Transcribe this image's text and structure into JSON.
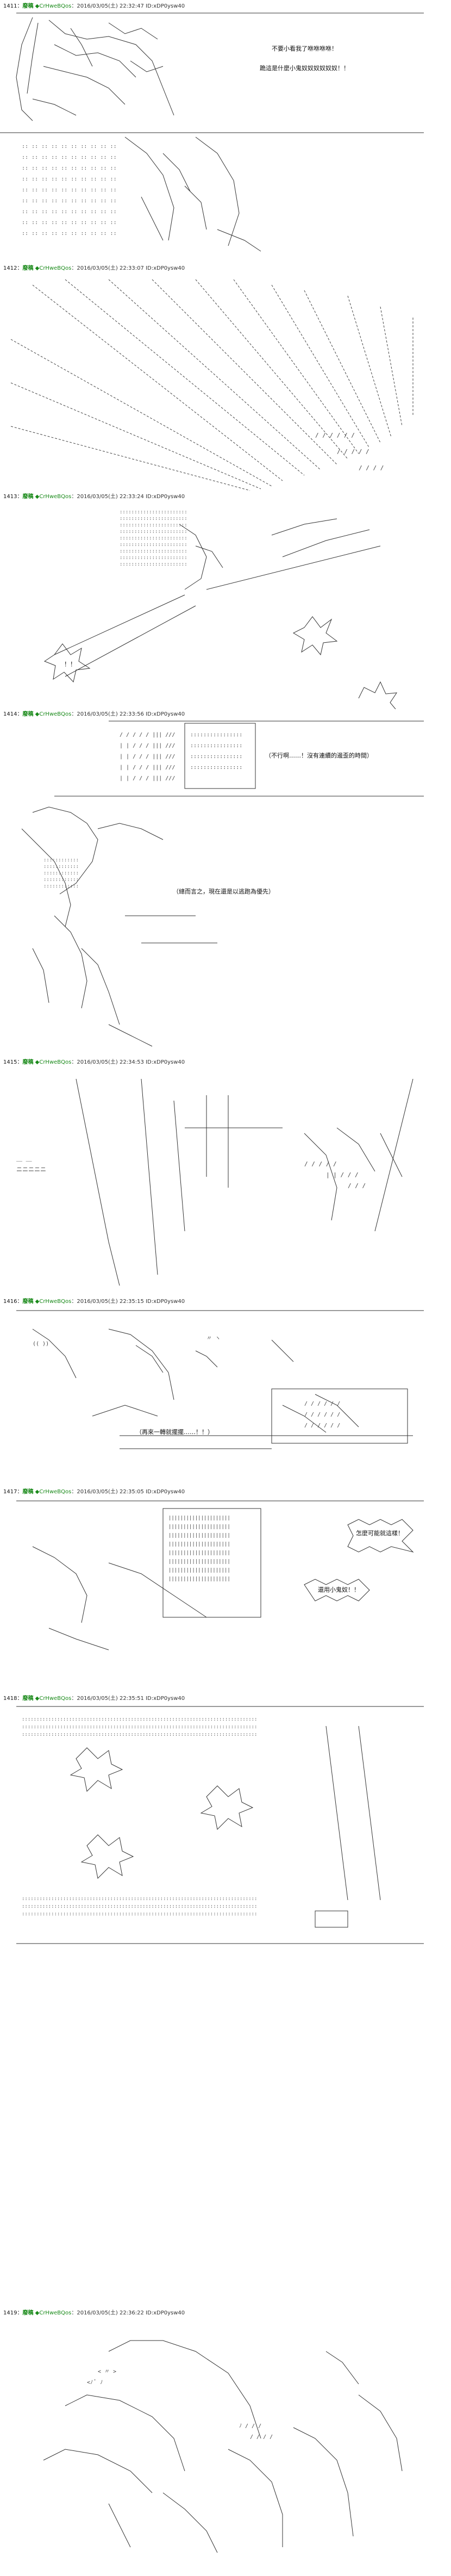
{
  "posts": [
    {
      "number": "1411：",
      "name": "廢稿",
      "trip": "◆CrHweBQos",
      "meta": "：2016/03/05(土) 22:32:47 ID:xDP0ysw40",
      "lines": [
        "不要小看我了咻咻咻咻！",
        "跪這是什麼小鬼奴奴奴奴奴奴！！"
      ]
    },
    {
      "number": "1412：",
      "name": "廢稿",
      "trip": "◆CrHweBQos",
      "meta": "：2016/03/05(土) 22:33:07 ID:xDP0ysw40",
      "lines": []
    },
    {
      "number": "1413：",
      "name": "廢稿",
      "trip": "◆CrHweBQos",
      "meta": "：2016/03/05(土) 22:33:24 ID:xDP0ysw40",
      "lines": [
        "！！"
      ]
    },
    {
      "number": "1414：",
      "name": "廢稿",
      "trip": "◆CrHweBQos",
      "meta": "：2016/03/05(土) 22:33:56 ID:xDP0ysw40",
      "lines": [
        "（不行啊……！沒有連續的邊歪的時間）",
        "（總而言之，現在還是以逃跑為優先）"
      ]
    },
    {
      "number": "1415：",
      "name": "廢稿",
      "trip": "◆CrHweBQos",
      "meta": "：2016/03/05(土) 22:34:53 ID:xDP0ysw40",
      "lines": []
    },
    {
      "number": "1416：",
      "name": "廢稿",
      "trip": "◆CrHweBQos",
      "meta": "：2016/03/05(土) 22:35:15 ID:xDP0ysw40",
      "lines": [
        "（再來一轉就擺擺……！！）"
      ]
    },
    {
      "number": "1417：",
      "name": "廢稿",
      "trip": "◆CrHweBQos",
      "meta": "：2016/03/05(土) 22:35:05 ID:xDP0ysw40",
      "lines": [
        "怎麼可能就這樣！",
        "還用小鬼奴！！"
      ]
    },
    {
      "number": "1418：",
      "name": "廢稿",
      "trip": "◆CrHweBQos",
      "meta": "：2016/03/05(土) 22:35:51 ID:xDP0ysw40",
      "lines": []
    },
    {
      "number": "1419：",
      "name": "廢稿",
      "trip": "◆CrHweBQos",
      "meta": "：2016/03/05(土) 22:36:22 ID:xDP0ysw40",
      "lines": []
    }
  ]
}
